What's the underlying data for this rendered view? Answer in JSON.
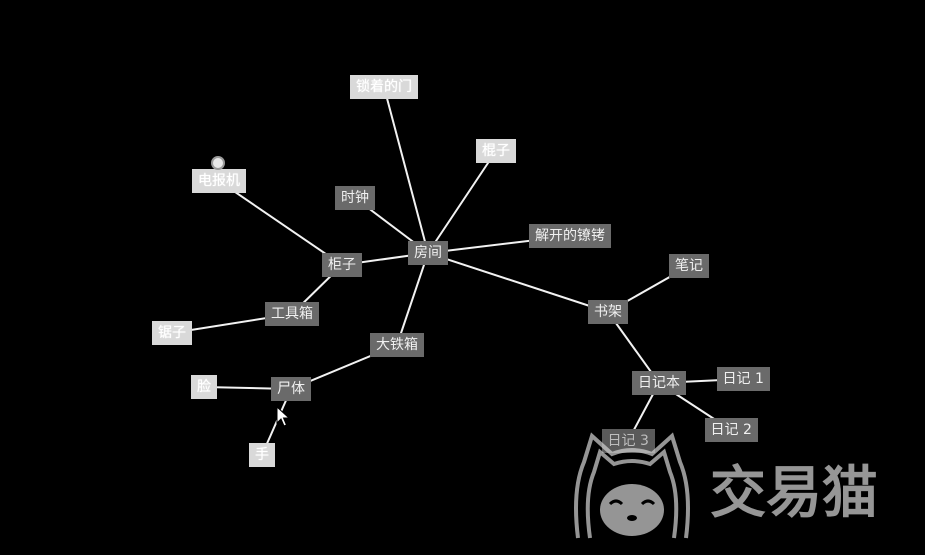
{
  "graph": {
    "nodes": [
      {
        "id": "room",
        "label": "房间",
        "style": "normal"
      },
      {
        "id": "locked_door",
        "label": "锁着的门",
        "style": "bright"
      },
      {
        "id": "stick",
        "label": "棍子",
        "style": "bright"
      },
      {
        "id": "clock",
        "label": "时钟",
        "style": "normal"
      },
      {
        "id": "untied_chain",
        "label": "解开的镣铐",
        "style": "normal"
      },
      {
        "id": "telegraph",
        "label": "电报机",
        "style": "bright"
      },
      {
        "id": "cabinet",
        "label": "柜子",
        "style": "normal"
      },
      {
        "id": "toolbox",
        "label": "工具箱",
        "style": "normal"
      },
      {
        "id": "saw",
        "label": "锯子",
        "style": "bright"
      },
      {
        "id": "iron_box",
        "label": "大铁箱",
        "style": "normal"
      },
      {
        "id": "corpse",
        "label": "尸体",
        "style": "normal"
      },
      {
        "id": "face",
        "label": "脸",
        "style": "bright"
      },
      {
        "id": "hand",
        "label": "手",
        "style": "bright"
      },
      {
        "id": "bookshelf",
        "label": "书架",
        "style": "normal"
      },
      {
        "id": "notes",
        "label": "笔记",
        "style": "normal"
      },
      {
        "id": "diary_book",
        "label": "日记本",
        "style": "normal"
      },
      {
        "id": "diary1",
        "label": "日记 1",
        "style": "normal"
      },
      {
        "id": "diary2",
        "label": "日记 2",
        "style": "normal"
      },
      {
        "id": "diary3",
        "label": "日记 3",
        "style": "faded"
      }
    ],
    "edges": [
      [
        "room",
        "locked_door"
      ],
      [
        "room",
        "stick"
      ],
      [
        "room",
        "clock"
      ],
      [
        "room",
        "untied_chain"
      ],
      [
        "room",
        "cabinet"
      ],
      [
        "room",
        "iron_box"
      ],
      [
        "room",
        "bookshelf"
      ],
      [
        "cabinet",
        "telegraph"
      ],
      [
        "cabinet",
        "toolbox"
      ],
      [
        "toolbox",
        "saw"
      ],
      [
        "iron_box",
        "corpse"
      ],
      [
        "corpse",
        "face"
      ],
      [
        "corpse",
        "hand"
      ],
      [
        "bookshelf",
        "notes"
      ],
      [
        "bookshelf",
        "diary_book"
      ],
      [
        "diary_book",
        "diary1"
      ],
      [
        "diary_book",
        "diary2"
      ],
      [
        "diary_book",
        "diary3"
      ]
    ]
  },
  "watermark": {
    "text": "交易猫",
    "icon": "cat-logo-icon"
  },
  "colors": {
    "background": "#000000",
    "edge": "#f2f2f2",
    "node_normal": "#6a6a6a",
    "node_bright": "#d9d9d9",
    "node_faded": "#5a5a5a",
    "watermark": "#d0d0d0"
  }
}
